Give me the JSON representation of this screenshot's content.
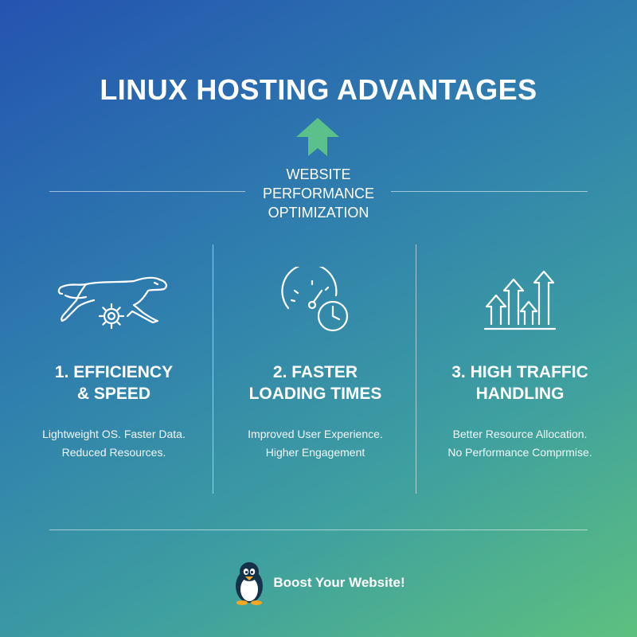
{
  "title": "LINUX HOSTING ADVANTAGES",
  "subtitle": {
    "line1": "WEBSITE",
    "line2": "PERFORMANCE",
    "line3": "OPTIMIZATION"
  },
  "columns": [
    {
      "icon": "cheetah-gear-icon",
      "heading_line1": "1. EFFICIENCY",
      "heading_line2": "& SPEED",
      "desc_line1": "Lightweight OS. Faster Data.",
      "desc_line2": "Reduced Resources."
    },
    {
      "icon": "speedometer-clock-icon",
      "heading_line1": "2. FASTER",
      "heading_line2": "LOADING TIMES",
      "desc_line1": "Improved User Experience.",
      "desc_line2": "Higher Engagement"
    },
    {
      "icon": "rising-arrows-icon",
      "heading_line1": "3. HIGH TRAFFIC",
      "heading_line2": "HANDLING",
      "desc_line1": "Better Resource Allocation.",
      "desc_line2": "No Performance Comprmise."
    }
  ],
  "footer": {
    "icon": "penguin-icon",
    "text": "Boost Your Website!"
  },
  "colors": {
    "accent_green": "#5cc08a",
    "gradient_start": "#2453b0",
    "gradient_end": "#5ec07e"
  }
}
